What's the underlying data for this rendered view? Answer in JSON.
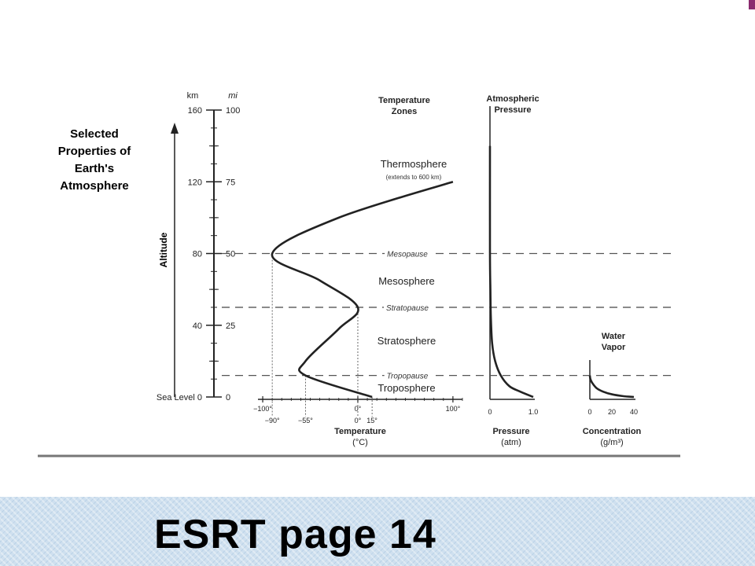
{
  "slide": {
    "footer": "ESRT page 14"
  },
  "chart_data": {
    "type": "line",
    "title_lines": [
      "Selected",
      "Properties of",
      "Earth's",
      "Atmosphere"
    ],
    "altitude": {
      "label": "Altitude",
      "km_header": "km",
      "mi_header": "mi",
      "ticks": [
        {
          "km": "Sea Level  0",
          "mi": "0"
        },
        {
          "km": "40",
          "mi": "25"
        },
        {
          "km": "80",
          "mi": "50"
        },
        {
          "km": "120",
          "mi": "75"
        },
        {
          "km": "160",
          "mi": "100"
        }
      ],
      "ylim_km": [
        0,
        160
      ]
    },
    "zones_header": [
      "Temperature",
      "Zones"
    ],
    "zones": [
      "Thermosphere",
      "(extends to 600 km)",
      "Mesosphere",
      "Stratosphere",
      "Troposphere"
    ],
    "boundaries": [
      {
        "name": "Mesopause",
        "km": 80
      },
      {
        "name": "Stratopause",
        "km": 50
      },
      {
        "name": "Tropopause",
        "km": 12
      }
    ],
    "temperature": {
      "label": "Temperature",
      "unit": "(°C)",
      "upper_ticks": [
        "−100°",
        "0°",
        "100°"
      ],
      "lower_ticks": [
        "−90°",
        "−55°",
        "0°",
        "15°"
      ],
      "xlim": [
        -105,
        110
      ],
      "points": [
        [
          15,
          0
        ],
        [
          -55,
          12
        ],
        [
          -55,
          20
        ],
        [
          -20,
          38
        ],
        [
          0,
          50
        ],
        [
          -40,
          65
        ],
        [
          -90,
          80
        ],
        [
          -20,
          100
        ],
        [
          100,
          120
        ]
      ]
    },
    "pressure": {
      "header": [
        "Atmospheric",
        "Pressure"
      ],
      "label": "Pressure",
      "unit": "(atm)",
      "ticks": [
        "0",
        "1.0"
      ],
      "xlim": [
        0,
        1.0
      ],
      "points": [
        [
          1.0,
          0
        ],
        [
          0.7,
          3
        ],
        [
          0.45,
          6
        ],
        [
          0.25,
          12
        ],
        [
          0.12,
          20
        ],
        [
          0.05,
          30
        ],
        [
          0.02,
          45
        ],
        [
          0.01,
          60
        ],
        [
          0.0,
          80
        ],
        [
          0.0,
          140
        ]
      ]
    },
    "water_vapor": {
      "header": [
        "Water",
        "Vapor"
      ],
      "label": "Concentration",
      "unit": "(g/m³)",
      "ticks": [
        "0",
        "20",
        "40"
      ],
      "xlim": [
        0,
        40
      ],
      "points": [
        [
          40,
          0
        ],
        [
          30,
          0.5
        ],
        [
          20,
          1.5
        ],
        [
          12,
          3
        ],
        [
          6,
          5
        ],
        [
          2,
          8
        ],
        [
          0.5,
          10
        ],
        [
          0,
          12
        ]
      ]
    }
  }
}
